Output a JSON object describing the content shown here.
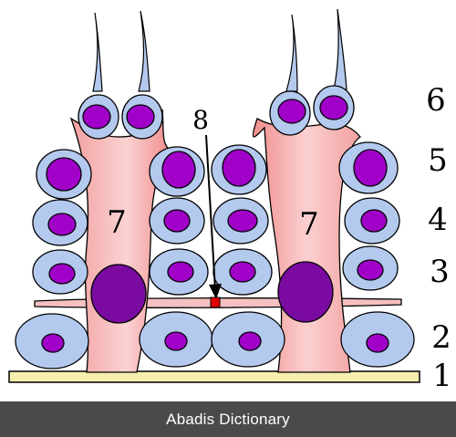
{
  "figure": {
    "labels": [
      "1",
      "2",
      "3",
      "4",
      "5",
      "6",
      "7",
      "7",
      "8"
    ]
  },
  "colors": {
    "cell_fill": "#b4c9ee",
    "nucleus_fill": "#a000c8",
    "support_cell_fill": "#f7b2b2",
    "support_nucleus_fill": "#7a0aa0",
    "basement_membrane": "#f7efb0",
    "marker": "#e00000"
  },
  "footer": {
    "caption": "Abadis Dictionary"
  }
}
